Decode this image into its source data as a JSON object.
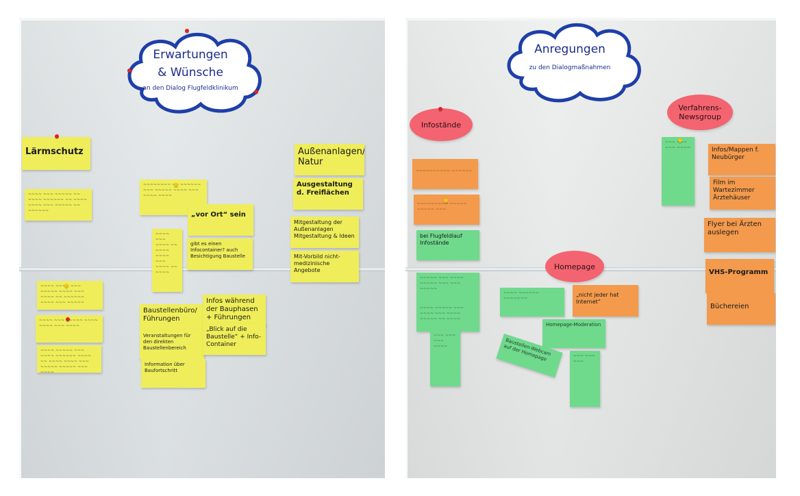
{
  "left_board": {
    "cloud": {
      "line1": "Erwartungen",
      "line2": "& Wünsche",
      "line3": "an den Dialog Flugfeldklinikum"
    },
    "notes": {
      "laermschutz": "Lärmschutz",
      "aussenanlagen": "Außenanlagen/ Natur",
      "ausgestaltung": "Ausgestaltung d. Freiflächen",
      "mitsentwurf": "Mitgestaltung der Außenanlagen Mitgestaltung & Ideen",
      "mitvorbild": "Mit-Vorbild nicht-medizinische Angebote",
      "vorort": "„vor Ort“ sein",
      "gibt": "gibt es einen Infocontainer? auch Besichtigung Baustelle",
      "baustellen": "Baustellenbüro/ Führungen",
      "veranstaltungen": "Veranstaltungen für den direkten Baustellenbereich",
      "information": "Information über Baufortschritt",
      "infos_waehrend": "Infos während der Bauphasen + Führungen",
      "blick": "„Blick auf die Baustelle“ + Info-Container"
    }
  },
  "right_board": {
    "cloud": {
      "line1": "Anregungen",
      "line2": "zu den Dialogmaßnahmen"
    },
    "ovals": {
      "infostaende": "Infostände",
      "verfahrens": "Verfahrens-Newsgroup",
      "homepage": "Homepage"
    },
    "notes": {
      "infos_mappen": "Infos/Mappen f. Neubürger",
      "film": "Film im Wartezimmer Ärztehäuser",
      "flyer": "Flyer bei Ärzten auslegen",
      "vhs": "VHS-Programm",
      "buechereien": "Büchereien",
      "bei_flugfeldlauf": "bei Flugfeldlauf Infostände",
      "nicht_jeder": "„nicht jeder hat Internet“",
      "homepage_mod": "Homepage-Moderation",
      "baustellen_webcam": "Baustellen-Webcam auf der Homepage"
    }
  },
  "colors": {
    "note_yellow": "#efee5a",
    "note_orange": "#f39a4c",
    "note_green": "#6fd98c",
    "oval_red": "#f36470",
    "cloud_ink": "#1a2d8a"
  }
}
